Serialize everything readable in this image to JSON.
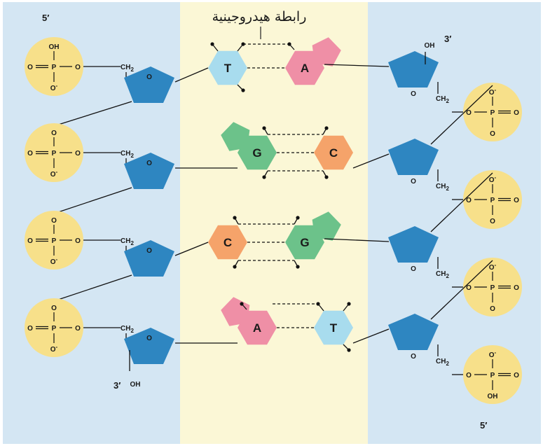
{
  "title": "رابطة هيدروجينية",
  "labels": {
    "left_top": "5′",
    "left_bottom": "3′",
    "right_top": "3′",
    "right_bottom": "5′"
  },
  "atoms": {
    "O": "O",
    "P": "P",
    "OH": "OH",
    "O_minus": "O-",
    "CH2": "CH2"
  },
  "left_strand": [
    "T",
    "G",
    "C",
    "A"
  ],
  "right_strand": [
    "A",
    "C",
    "G",
    "T"
  ],
  "colors": {
    "backbone_bg": "#d4e6f3",
    "center_bg": "#fbf7d6",
    "phosphate": "#f7e08a",
    "sugar": "#2e86c1",
    "T": "#a8dcee",
    "A": "#ef8fa6",
    "G": "#6cc28a",
    "C": "#f5a36a"
  }
}
